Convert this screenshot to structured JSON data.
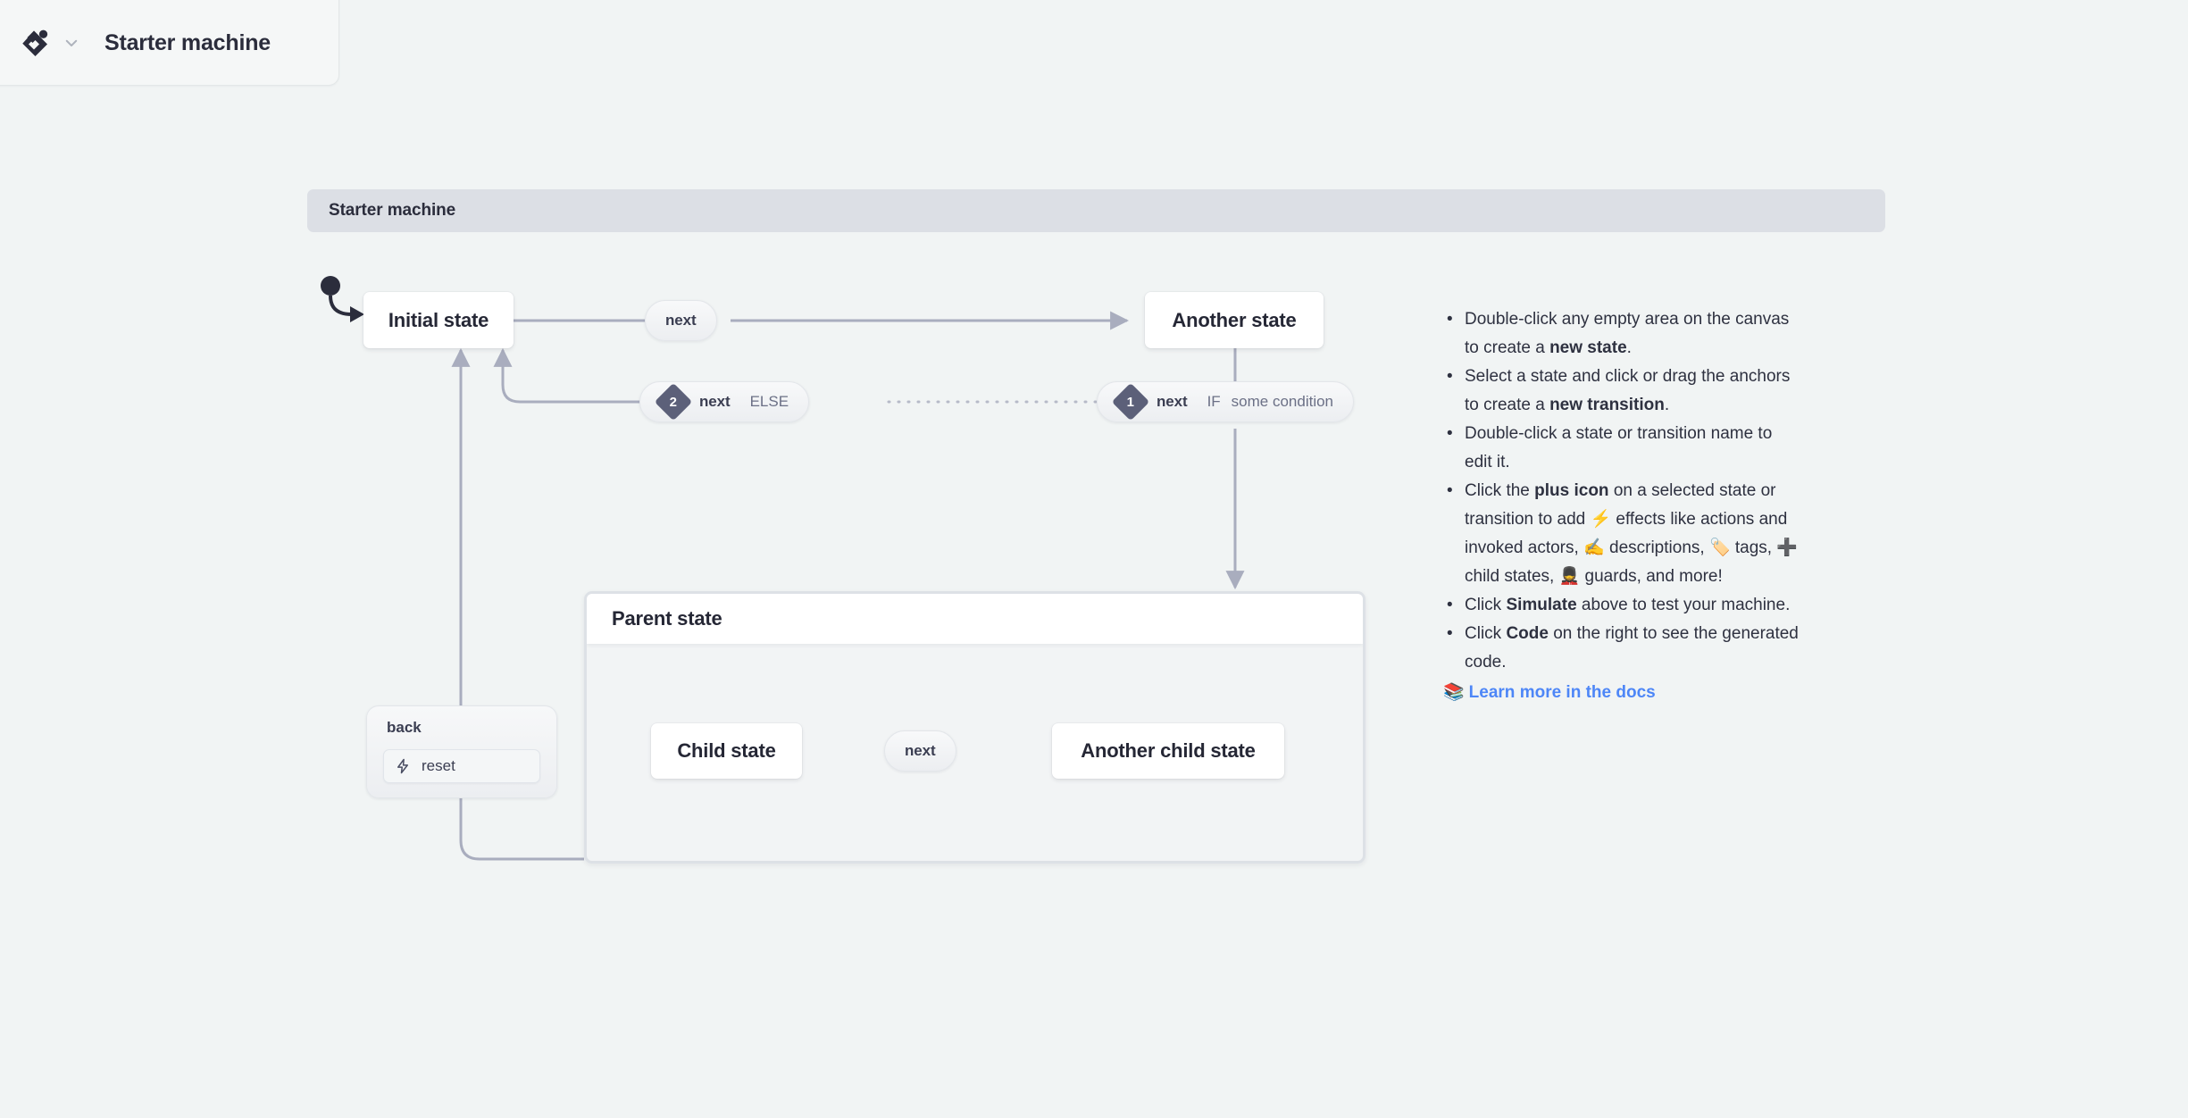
{
  "header": {
    "logo_name": "stately-logo",
    "chevron_label": "chevron-down-icon",
    "title": "Starter machine"
  },
  "machine": {
    "bar_title": "Starter machine"
  },
  "states": {
    "initial": "Initial state",
    "another": "Another state",
    "parent": "Parent state",
    "child": "Child state",
    "another_child": "Another child state"
  },
  "transitions": {
    "next_top": {
      "event": "next"
    },
    "else_branch": {
      "index": "2",
      "event": "next",
      "keyword": "ELSE",
      "condition": ""
    },
    "if_branch": {
      "index": "1",
      "event": "next",
      "keyword": "IF",
      "condition": "some condition"
    },
    "back": {
      "event": "back",
      "action": "reset"
    },
    "next_child": {
      "event": "next"
    }
  },
  "notes": {
    "items": [
      {
        "parts": [
          {
            "t": "Double-click any empty area on the canvas to create a ",
            "b": false
          },
          {
            "t": "new state",
            "b": true
          },
          {
            "t": ".",
            "b": false
          }
        ]
      },
      {
        "parts": [
          {
            "t": "Select a state and click or drag the anchors to create a ",
            "b": false
          },
          {
            "t": "new transition",
            "b": true
          },
          {
            "t": ".",
            "b": false
          }
        ]
      },
      {
        "parts": [
          {
            "t": "Double-click a state or transition name to edit it.",
            "b": false
          }
        ]
      },
      {
        "parts": [
          {
            "t": "Click the ",
            "b": false
          },
          {
            "t": "plus icon",
            "b": true
          },
          {
            "t": " on a selected state or transition to add ⚡ effects like actions and invoked actors, ✍️ descriptions, 🏷️ tags, ➕ child states, 💂 guards, and more!",
            "b": false
          }
        ]
      },
      {
        "parts": [
          {
            "t": "Click ",
            "b": false
          },
          {
            "t": "Simulate",
            "b": true
          },
          {
            "t": " above to test your machine.",
            "b": false
          }
        ]
      },
      {
        "parts": [
          {
            "t": "Click ",
            "b": false
          },
          {
            "t": "Code",
            "b": true
          },
          {
            "t": " on the right to see the generated code.",
            "b": false
          }
        ]
      }
    ],
    "doc_link": {
      "emoji": "📚",
      "label": "Learn more in the docs"
    }
  },
  "colors": {
    "background": "#f1f4f4",
    "machine_bar": "#dcdfe5",
    "edge": "#a9adbe",
    "state_fill": "#ffffff",
    "text": "#252735",
    "link": "#4d86f7",
    "diamond": "#5c6079"
  }
}
